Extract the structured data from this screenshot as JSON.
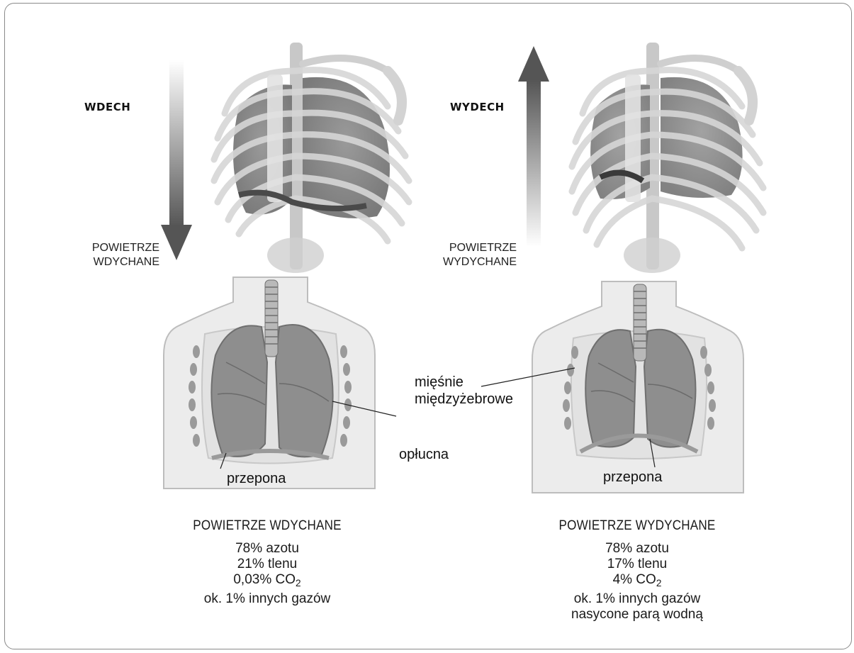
{
  "inhale": {
    "phase_label": "WDECH",
    "air_label_line1": "POWIETRZE",
    "air_label_line2": "WDYCHANE",
    "diaphragm_label": "przepona",
    "pleura_label": "opłucna",
    "composition_title": "POWIETRZE WDYCHANE",
    "composition": [
      {
        "text": "78% azotu",
        "sub": "",
        "after": ""
      },
      {
        "text": "21% tlenu",
        "sub": "",
        "after": ""
      },
      {
        "text": "0,03% CO",
        "sub": "2",
        "after": ""
      },
      {
        "text": "ok. 1% innych gazów",
        "sub": "",
        "after": ""
      }
    ]
  },
  "exhale": {
    "phase_label": "WYDECH",
    "air_label_line1": "POWIETRZE",
    "air_label_line2": "WYDYCHANE",
    "intercostal_label_line1": "mięśnie",
    "intercostal_label_line2": "międzyżebrowe",
    "diaphragm_label": "przepona",
    "composition_title": "POWIETRZE WYDYCHANE",
    "composition": [
      {
        "text": "78% azotu",
        "sub": "",
        "after": ""
      },
      {
        "text": "17% tlenu",
        "sub": "",
        "after": ""
      },
      {
        "text": "4% CO",
        "sub": "2",
        "after": ""
      },
      {
        "text": "ok. 1% innych gazów",
        "sub": "",
        "after": ""
      },
      {
        "text": "nasycone parą wodną",
        "sub": "",
        "after": ""
      }
    ]
  }
}
